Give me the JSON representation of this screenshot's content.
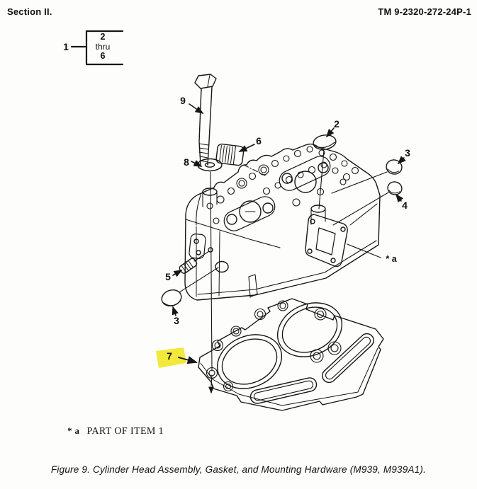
{
  "page": {
    "section_label": "Section II.",
    "tm_number": "TM 9-2320-272-24P-1",
    "footnote_marker": "* a",
    "footnote_text": "PART OF ITEM  1",
    "caption": "Figure 9.  Cylinder Head Assembly, Gasket, and Mounting Hardware (M939, M939A1)."
  },
  "group_callout": {
    "item_number": "1",
    "range": [
      "2",
      "thru",
      "6"
    ]
  },
  "callouts": {
    "bolt": "9",
    "washer": "8",
    "pipe_plug_top": "6",
    "cup_plug_top": "2",
    "cup_plug_right_upper": "3",
    "cup_plug_right_lower": "4",
    "pipe_plug_left": "5",
    "cup_plug_left": "3",
    "head_gasket": "7",
    "head_assembly_ref": "* a"
  },
  "highlight": {
    "color": "#f3e93a",
    "highlighted_item": "7"
  },
  "ink": "#161616"
}
